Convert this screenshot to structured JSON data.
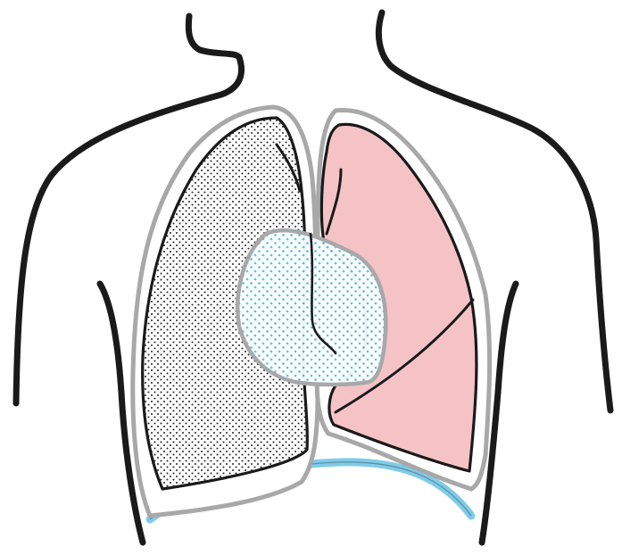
{
  "colors": {
    "outline": "#1a1a1a",
    "pleura": "#a8a8a8",
    "left_lung_fill": "#f5c3c6",
    "right_lung_fill": "#ffffff",
    "right_lung_dots": "#2b2b2b",
    "heart_fill": "#ffffff",
    "heart_dots": "#5cc3e6",
    "diaphragm": "#7fcbe8"
  },
  "figure": {
    "subject": "chest-outline-with-lungs-and-heart",
    "icons": [
      "torso-outline",
      "right-lung-stippled",
      "left-lung-shaded",
      "heart-stippled",
      "diaphragm-line"
    ]
  }
}
